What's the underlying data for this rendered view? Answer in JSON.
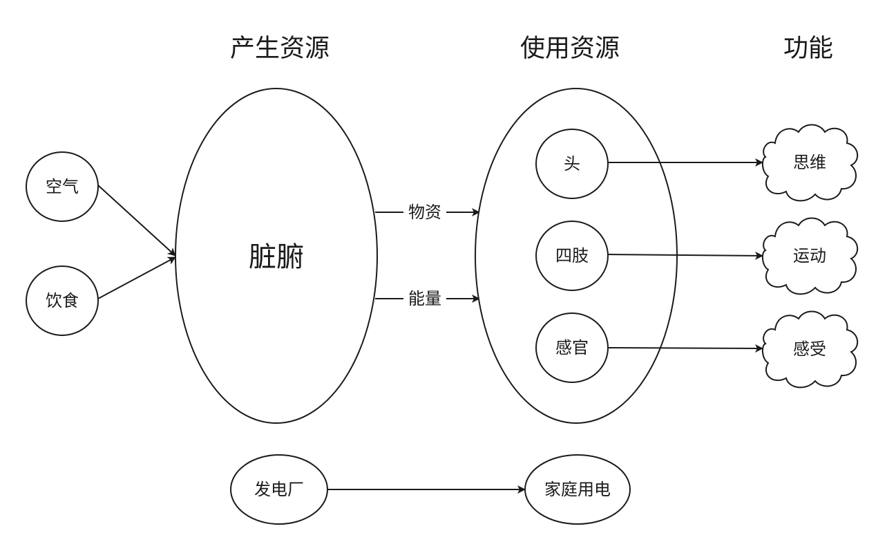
{
  "headings": {
    "produce": "产生资源",
    "use": "使用资源",
    "function": "功能"
  },
  "inputs": {
    "air": "空气",
    "food": "饮食"
  },
  "organs": "脏腑",
  "edge_labels": {
    "material": "物资",
    "energy": "能量"
  },
  "consumers": {
    "head": "头",
    "limbs": "四肢",
    "senses": "感官"
  },
  "functions": {
    "thinking": "思维",
    "movement": "运动",
    "feeling": "感受"
  },
  "analogy": {
    "power_plant": "发电厂",
    "household_power": "家庭用电"
  },
  "colors": {
    "stroke": "#1a1a1a",
    "fill": "#ffffff"
  }
}
